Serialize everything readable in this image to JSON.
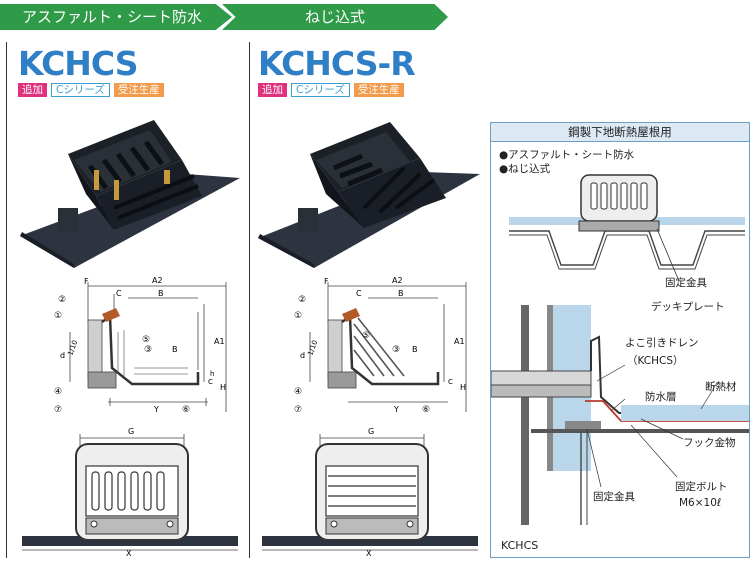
{
  "banner": {
    "category": "アスファルト・シート防水",
    "method": "ねじ込式"
  },
  "products": [
    {
      "model": "KCHCS",
      "badges": [
        "追加",
        "Cシリーズ",
        "受注生産"
      ]
    },
    {
      "model": "KCHCS-R",
      "badges": [
        "追加",
        "Cシリーズ",
        "受注生産"
      ]
    }
  ],
  "dimension_labels": {
    "F": "F",
    "A2": "A2",
    "C": "C",
    "B": "B",
    "A1": "A1",
    "d": "d",
    "slope": "1/10",
    "H": "H",
    "h": "h",
    "Y": "Y",
    "G": "G",
    "X": "X"
  },
  "parts": [
    "①",
    "②",
    "③",
    "④",
    "⑤",
    "⑥",
    "⑦"
  ],
  "panel": {
    "title": "鋼製下地断熱屋根用",
    "notes": [
      "●アスファルト・シート防水",
      "●ねじ込式"
    ],
    "labels": {
      "fixing_top": "固定金具",
      "deck_plate": "デッキプレート",
      "side_drain": "よこ引きドレン",
      "side_drain_model": "（KCHCS）",
      "insulation": "断熱材",
      "waterproof": "防水層",
      "hook": "フック金物",
      "fixing_bottom": "固定金具",
      "fixing_bolt": "固定ボルト",
      "bolt_size": "M6×10ℓ",
      "model": "KCHCS"
    }
  }
}
